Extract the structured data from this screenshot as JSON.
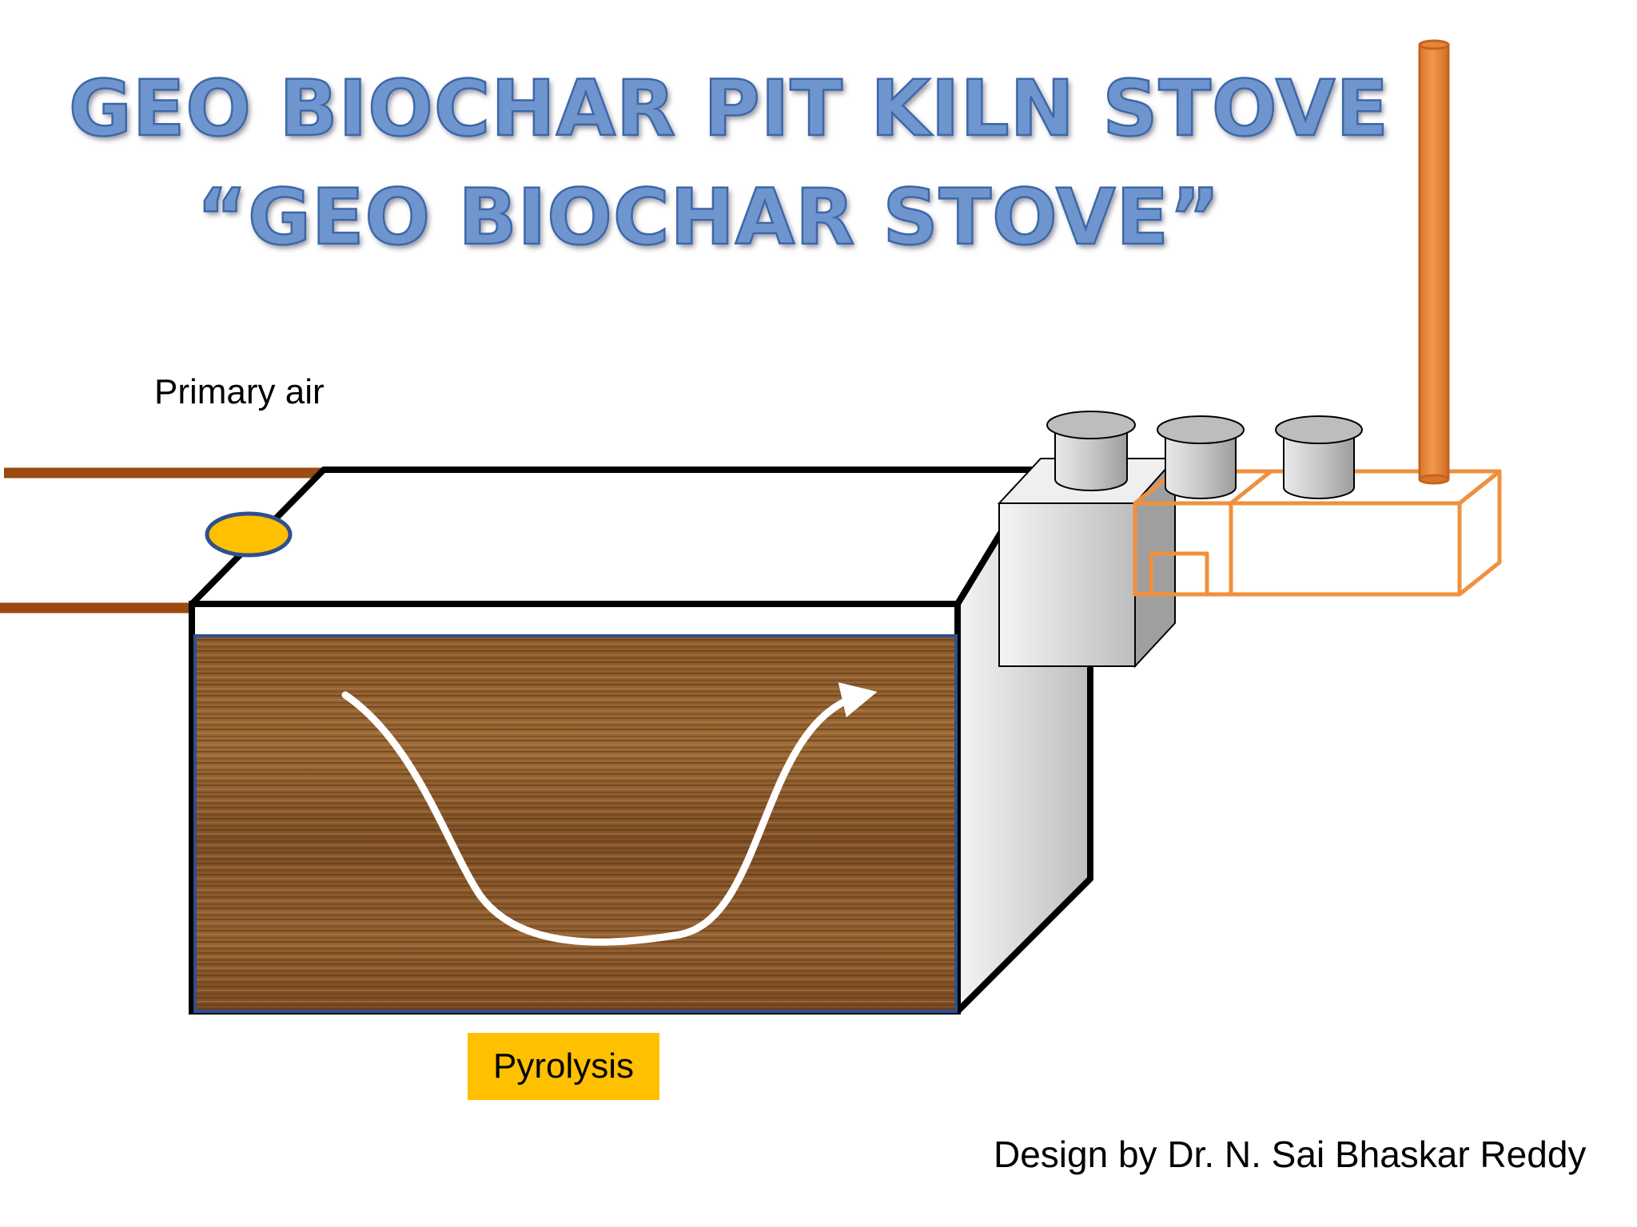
{
  "title": {
    "line1": "GEO BIOCHAR PIT KILN STOVE",
    "line2": "“GEO BIOCHAR STOVE”"
  },
  "labels": {
    "primary_air": "Primary air",
    "pyrolysis": "Pyrolysis",
    "credit": "Design by Dr. N. Sai Bhaskar Reddy"
  },
  "colors": {
    "title_fill": "#6f95cf",
    "title_stroke": "#3d67a8",
    "pipe": "#9a4a12",
    "air_valve": "#ffc000",
    "soil": "#8a5a2b",
    "chimney": "#f0903e",
    "outline_orange": "#f0903e",
    "pyrolysis_box": "#ffc000"
  }
}
